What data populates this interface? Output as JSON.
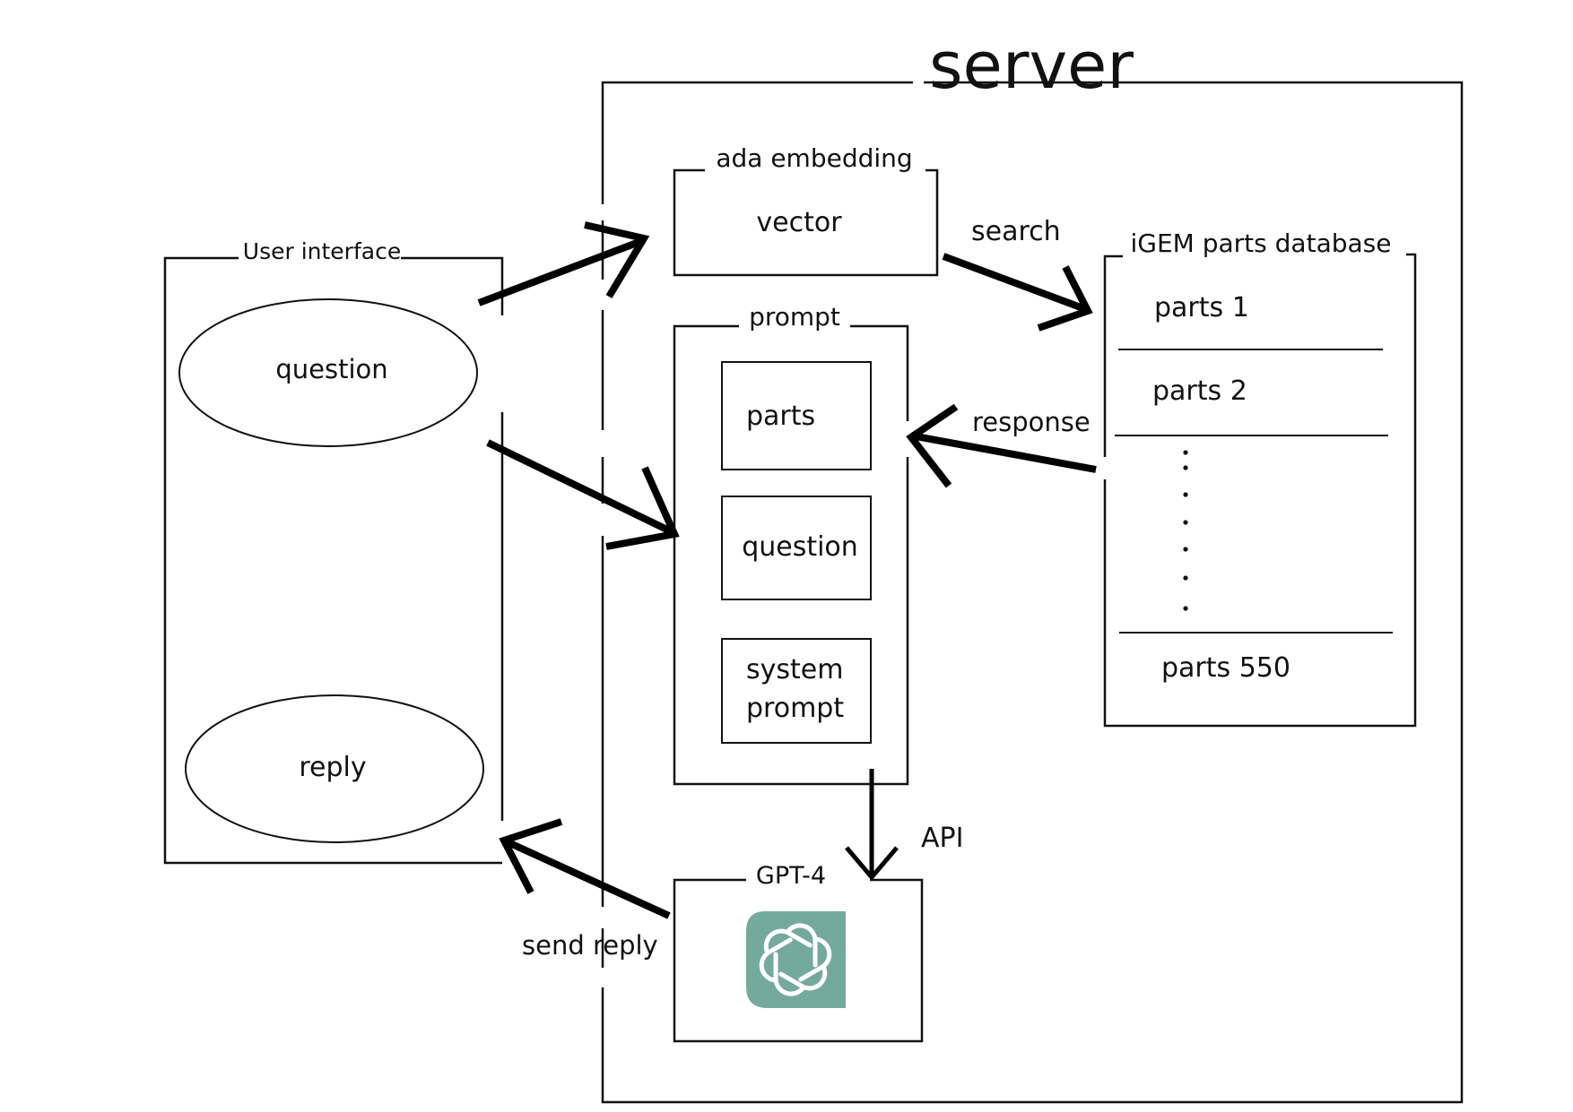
{
  "server": {
    "title": "server"
  },
  "user_interface": {
    "title": "User interface",
    "question": "question",
    "reply": "reply"
  },
  "embedding": {
    "title": "ada embedding",
    "vector": "vector"
  },
  "prompt": {
    "title": "prompt",
    "items": [
      "parts",
      "question",
      "system",
      "prompt"
    ]
  },
  "database": {
    "title": "iGEM parts database",
    "rows": [
      "parts 1",
      "parts 2",
      "parts 550"
    ]
  },
  "gpt": {
    "title": "GPT-4",
    "logo_icon": "openai-logo-icon",
    "logo_color": "#74aa9c"
  },
  "edges": {
    "search": "search",
    "response": "response",
    "api": "API",
    "send_reply": "send reply"
  }
}
